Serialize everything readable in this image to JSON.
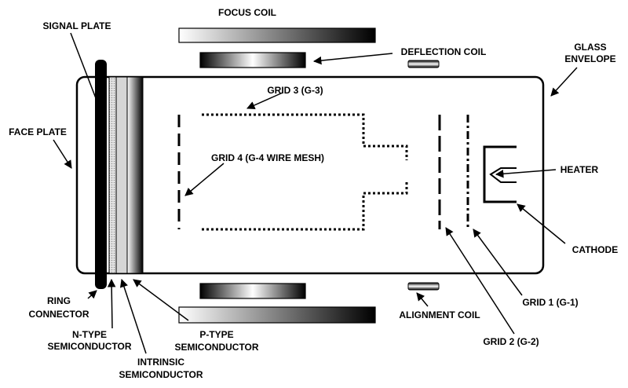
{
  "labels": {
    "focus_coil": "FOCUS COIL",
    "signal_plate": "SIGNAL PLATE",
    "deflection_coil": "DEFLECTION COIL",
    "glass_envelope_1": "GLASS",
    "glass_envelope_2": "ENVELOPE",
    "grid3": "GRID 3 (G-3)",
    "face_plate": "FACE PLATE",
    "grid4": "GRID 4 (G-4 WIRE MESH)",
    "heater": "HEATER",
    "cathode": "CATHODE",
    "ring_connector_1": "RING",
    "ring_connector_2": "CONNECTOR",
    "grid1": "GRID 1 (G-1)",
    "alignment_coil": "ALIGNMENT COIL",
    "n_type_1": "N-TYPE",
    "n_type_2": "SEMICONDUCTOR",
    "p_type_1": "P-TYPE",
    "p_type_2": "SEMICONDUCTOR",
    "intrinsic_1": "INTRINSIC",
    "intrinsic_2": "SEMICONDUCTOR",
    "grid2": "GRID 2 (G-2)"
  },
  "colors": {
    "stroke": "#000000",
    "background": "#ffffff",
    "coil_dark": "#000000",
    "coil_light": "#ffffff",
    "intrinsic_layer": "#d6d6d6"
  }
}
